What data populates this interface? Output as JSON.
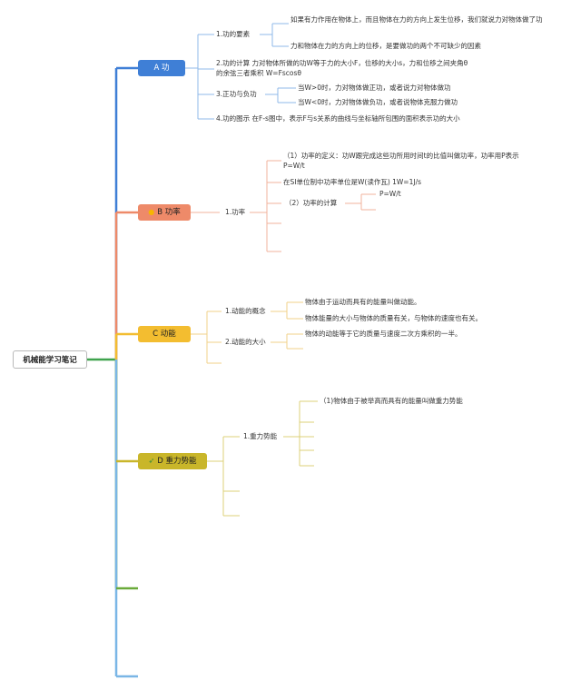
{
  "root": {
    "label": "机械能学习笔记"
  },
  "branches": {
    "a": {
      "label": "A 功",
      "color": "#3f7fd6",
      "items": {
        "elements": {
          "label": "1.功的要素",
          "children": [
            "如果有力作用在物体上，而且物体在力的方向上发生位移，我们就说力对物体做了功",
            "力和物体在力的方向上的位移，是要做功的两个不可缺少的因素"
          ]
        },
        "calc": {
          "label": "2.功的计算 力对物体所做的功W等于力的大小F，位移的大小s，力和位移之间夹角θ的余弦三者乘积 W=Fscosθ"
        },
        "sign": {
          "label": "3.正功与负功",
          "children": [
            "当W>0时，力对物体做正功，或者说力对物体做功",
            "当W<0时，力对物体做负功，或者说物体克服力做功"
          ]
        },
        "graph": {
          "label": "4.功的图示 在F-s图中，表示F与s关系的曲线与坐标轴所包围的面积表示功的大小"
        }
      }
    },
    "b": {
      "label": "B 功率",
      "color": "#ee8a69",
      "icon": "sun-icon",
      "items": {
        "power": {
          "label": "1.功率",
          "definition": "（1）功率的定义：功W跟完成这些功所用时间t的比值叫做功率，功率用P表示 P=W/t",
          "unit": "在SI单位制中功率单位是W(读作瓦) 1W=1J/s",
          "calc_label": "（2）功率的计算",
          "formula": "P=W/t"
        }
      }
    },
    "c": {
      "label": "C 动能",
      "color": "#f3bd30",
      "items": {
        "concept": {
          "label": "1.动能的概念",
          "children": [
            "物体由于运动而具有的能量叫做动能。",
            "物体能量的大小与物体的质量有关，与物体的速度也有关。"
          ]
        },
        "magnitude": {
          "label": "2.动能的大小",
          "children": [
            "物体的动能等于它的质量与速度二次方乘积的一半。"
          ]
        }
      }
    },
    "d": {
      "label": "D 重力势能",
      "color": "#c9b62a",
      "icon": "leaf-icon",
      "items": {
        "gravity": {
          "label": "1.重力势能",
          "children": [
            "（1)物体由于被举高而具有的能量叫做重力势能"
          ]
        }
      }
    }
  },
  "colors": {
    "a": "#3f7fd6",
    "b": "#ee8a69",
    "c": "#f3bd30",
    "d": "#c9b62a",
    "e": "#6aaa3a",
    "f": "#7ab6e6",
    "root_stem": "#3fa34d"
  }
}
